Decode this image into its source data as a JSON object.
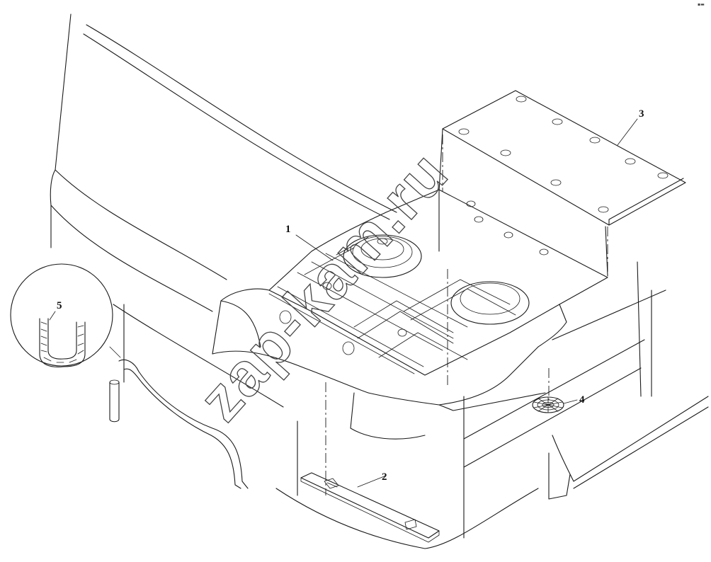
{
  "diagram": {
    "callouts": [
      {
        "id": "1",
        "label": "1"
      },
      {
        "id": "2",
        "label": "2"
      },
      {
        "id": "3",
        "label": "3"
      },
      {
        "id": "4",
        "label": "4"
      },
      {
        "id": "5",
        "label": "5"
      }
    ],
    "watermark": "zap-kam.ru",
    "corner_mark": "▪▬"
  }
}
